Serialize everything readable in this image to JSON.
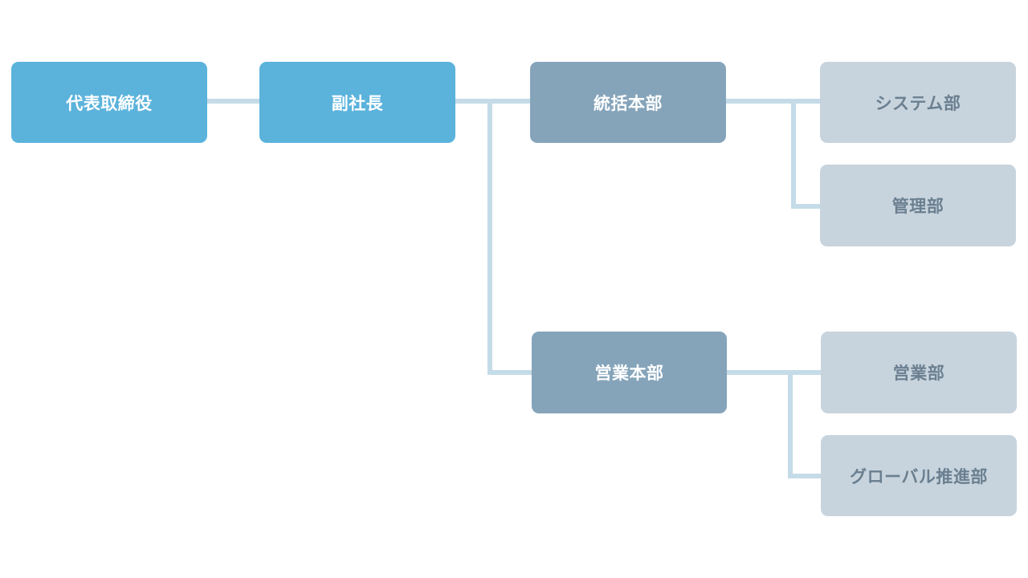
{
  "org_chart": {
    "ceo": {
      "label": "代表取締役"
    },
    "vice_president": {
      "label": "副社長"
    },
    "divisions": [
      {
        "label": "統括本部",
        "departments": [
          {
            "label": "システム部"
          },
          {
            "label": "管理部"
          }
        ]
      },
      {
        "label": "営業本部",
        "departments": [
          {
            "label": "営業部"
          },
          {
            "label": "グローバル推進部"
          }
        ]
      }
    ]
  },
  "colors": {
    "executive": "#5bb3dc",
    "division": "#85a4ba",
    "department": "#c8d4dd",
    "department_text": "#6a7f90",
    "connector": "#c5dbe8"
  }
}
